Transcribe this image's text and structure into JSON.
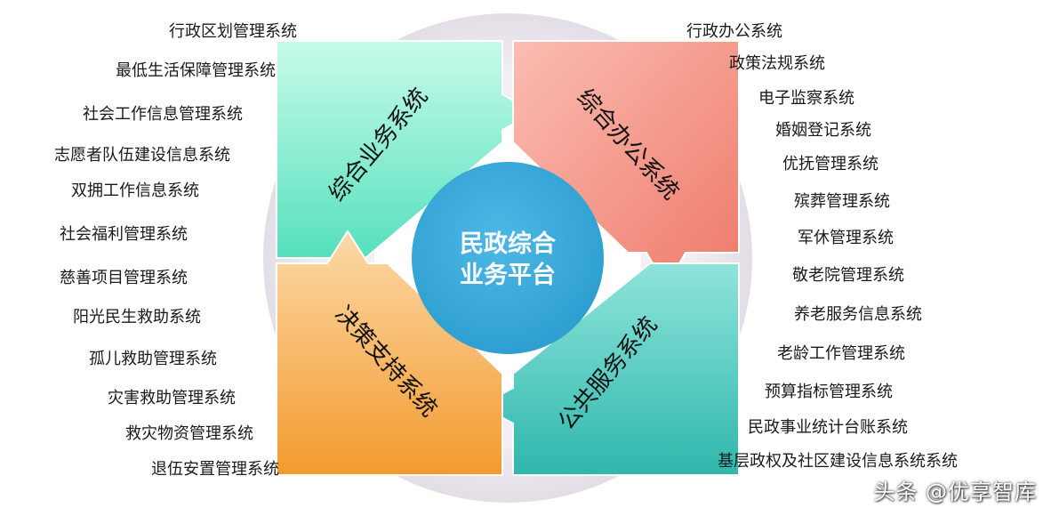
{
  "center": {
    "line1": "民政综合",
    "line2": "业务平台",
    "color": "#2E9FD0"
  },
  "quadrants": [
    {
      "id": "top-left",
      "label": "综合业务系统",
      "color_light": "#C8FBEA",
      "color_dark": "#55E0BC"
    },
    {
      "id": "top-right",
      "label": "综合办公系统",
      "color_light": "#FBBDB2",
      "color_dark": "#EE7A6A"
    },
    {
      "id": "bottom-right",
      "label": "公共服务系统",
      "color_light": "#8FE4DB",
      "color_dark": "#2FB7AC"
    },
    {
      "id": "bottom-left",
      "label": "决策支持系统",
      "color_light": "#FCD9A8",
      "color_dark": "#F39A2E"
    }
  ],
  "left_items": [
    "行政区划管理系统",
    "最低生活保障管理系统",
    "社会工作信息管理系统",
    "志愿者队伍建设信息系统",
    "双拥工作信息系统",
    "社会福利管理系统",
    "慈善项目管理系统",
    "阳光民生救助系统",
    "孤儿救助管理系统",
    "灾害救助管理系统",
    "救灾物资管理系统",
    "退伍安置管理系统"
  ],
  "right_items": [
    "行政办公系统",
    "政策法规系统",
    "电子监察系统",
    "婚姻登记系统",
    "优抚管理系统",
    "殡葬管理系统",
    "军休管理系统",
    "敬老院管理系统",
    "养老服务信息系统",
    "老龄工作管理系统",
    "预算指标管理系统",
    "民政事业统计台账系统",
    "基层政权及社区建设信息系统系统"
  ],
  "watermark": "头条 @优享智库",
  "ring_color": "#E3DDE6"
}
